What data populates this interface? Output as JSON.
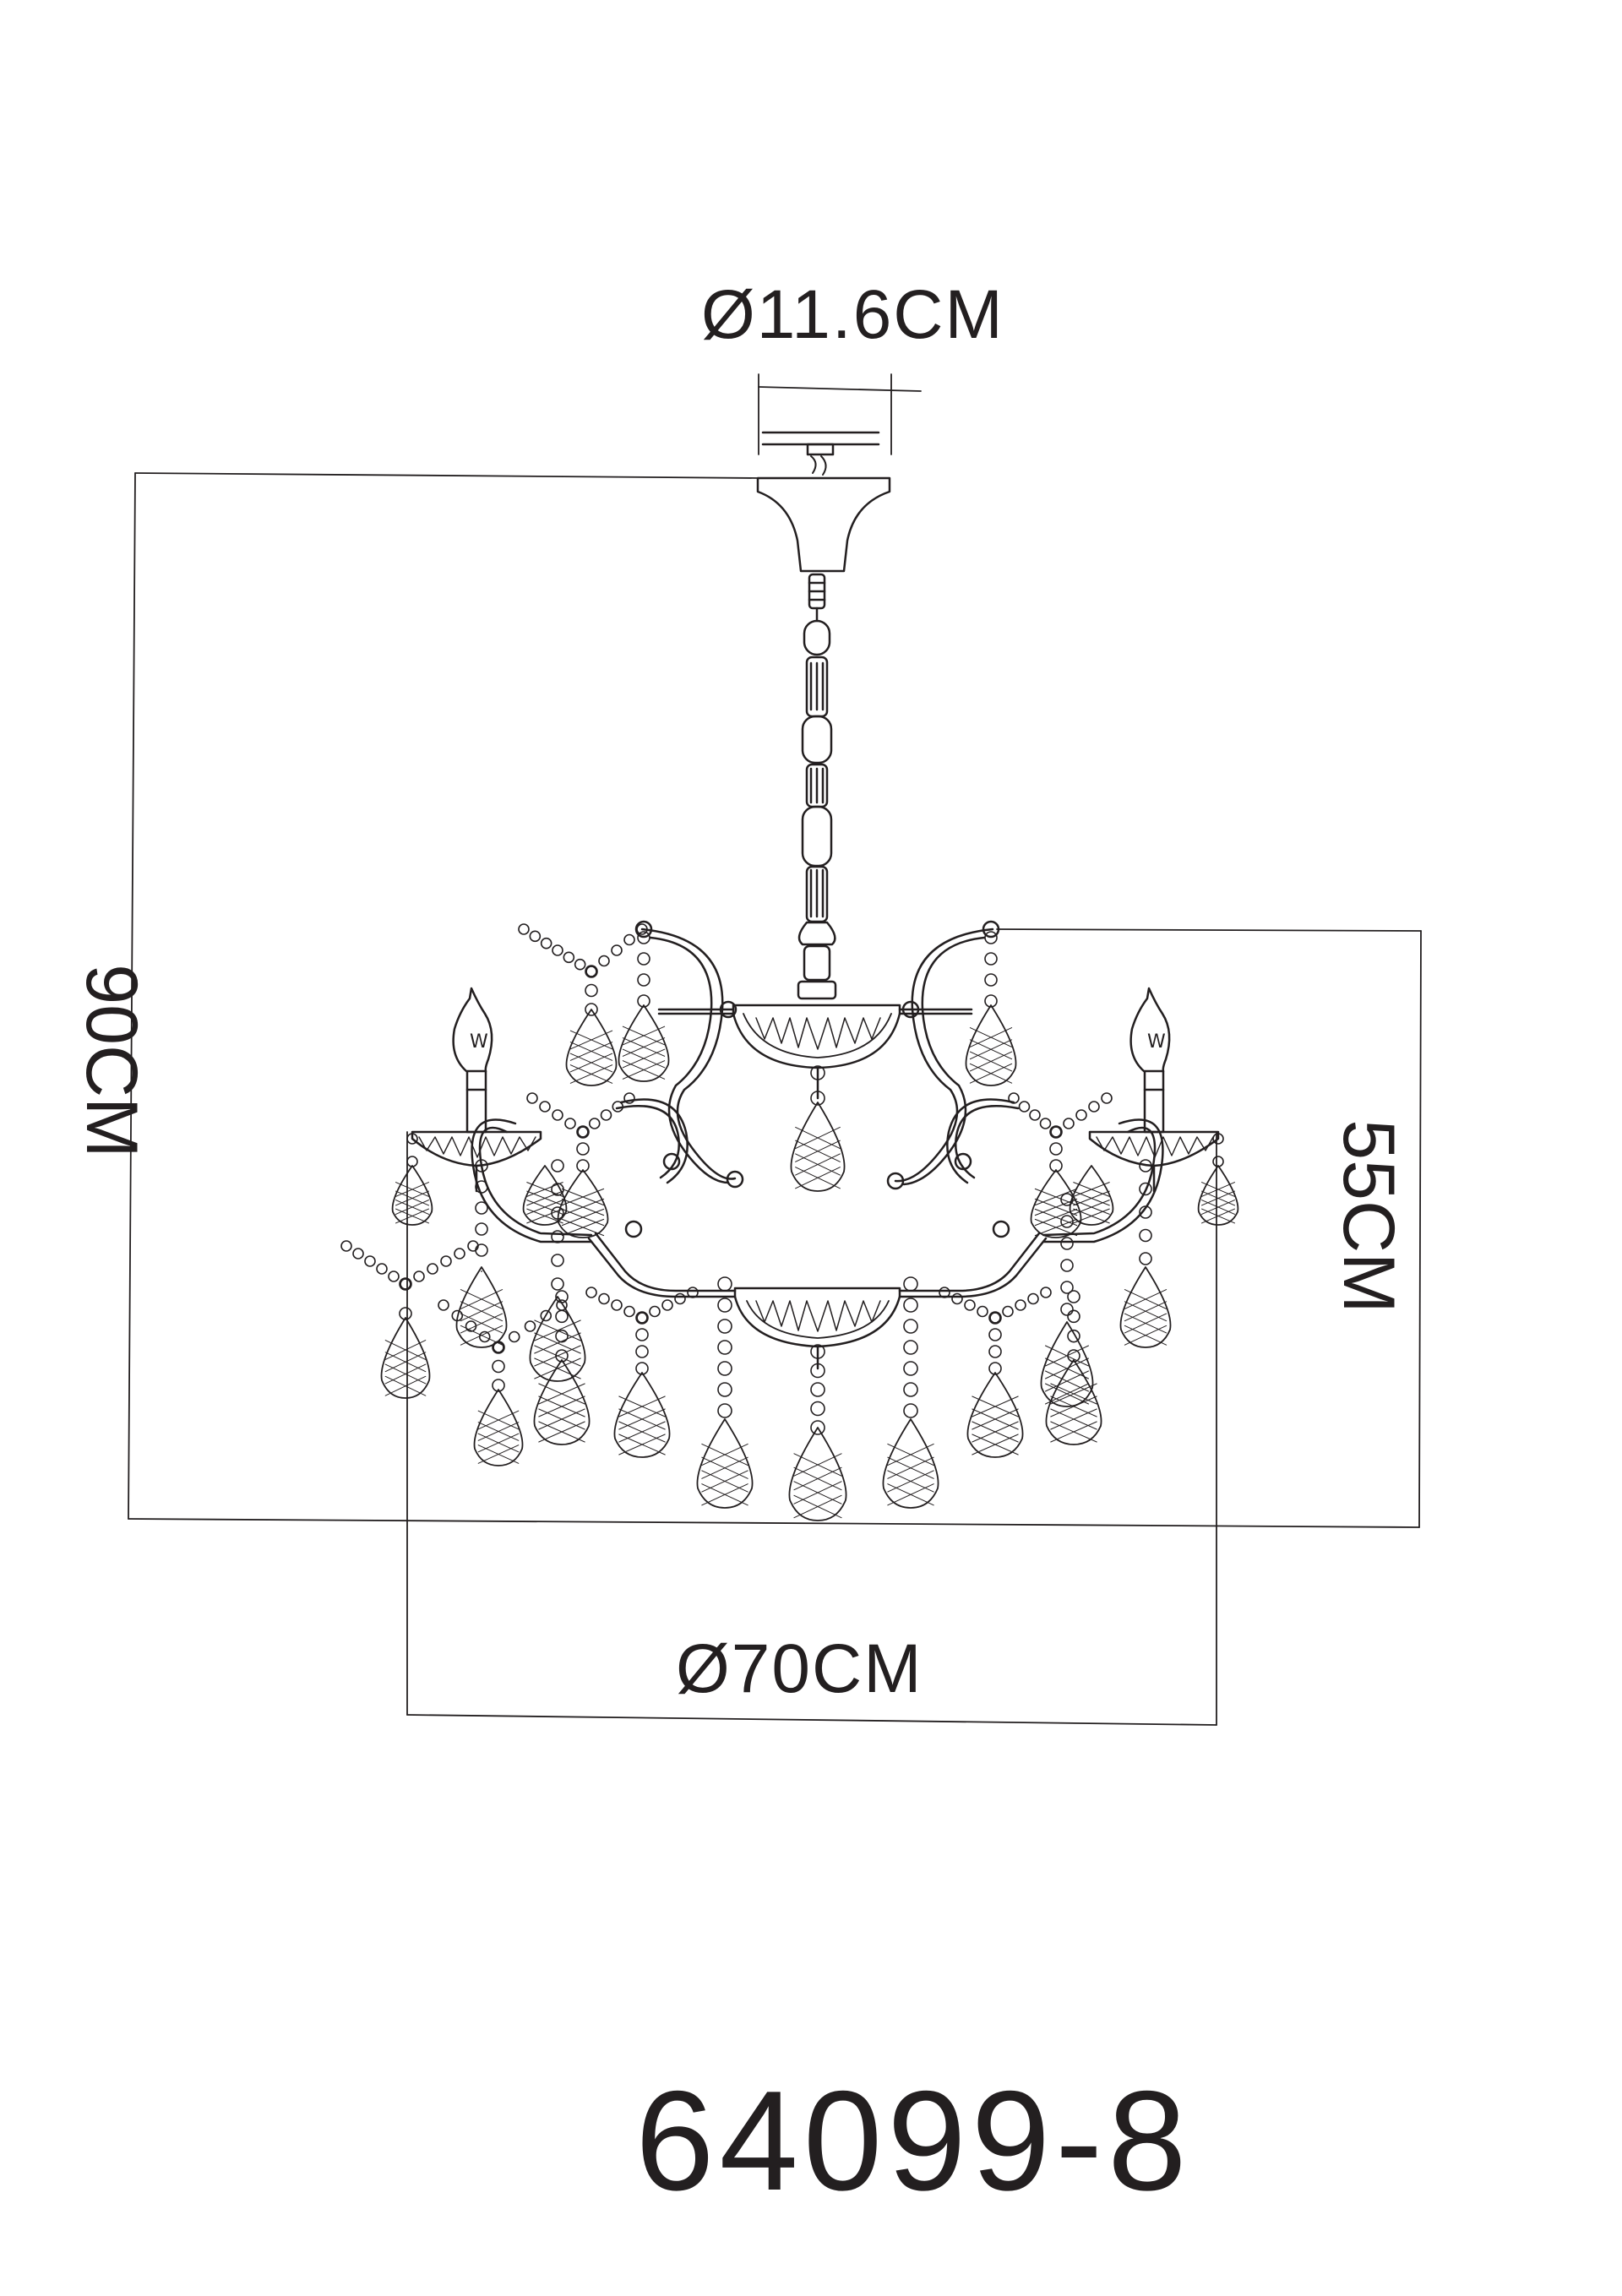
{
  "drawing": {
    "dimensions": {
      "canopy_diameter": "Ø11.6CM",
      "total_height": "90CM",
      "body_height": "55CM",
      "body_diameter": "Ø70CM"
    },
    "model_number": "64099-8"
  },
  "colors": {
    "line": "#231f20",
    "background": "#ffffff"
  }
}
